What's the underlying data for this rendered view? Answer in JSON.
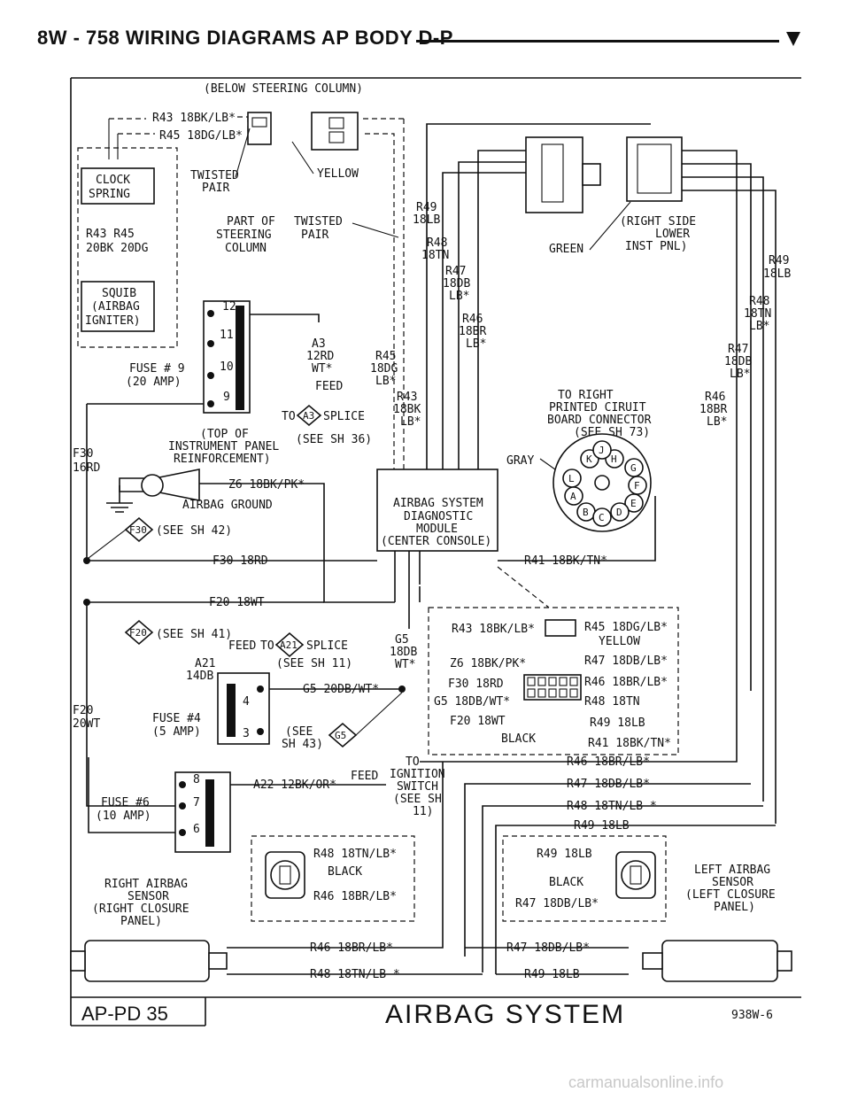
{
  "header": {
    "title": "8W - 758   WIRING DIAGRAMS AP BODY D-P"
  },
  "labels": {
    "below_steering": "(BELOW STEERING COLUMN)",
    "r43_top": "R43 18BK/LB*",
    "r45_top": "R45 18DG/LB*",
    "clock1": "CLOCK",
    "clock2": "SPRING",
    "twisted_pair1": "TWISTED",
    "twisted_pair2": "PAIR",
    "yellow_top": "YELLOW",
    "part_of1": "PART OF",
    "part_of2": "STEERING",
    "part_of3": "COLUMN",
    "twisted2_1": "TWISTED",
    "twisted2_2": "PAIR",
    "r43_r45": "R43 R45",
    "bk_dg": "20BK 20DG",
    "squib1": "SQUIB",
    "squib2": "(AIRBAG",
    "squib3": "IGNITER)",
    "fuse9_1": "FUSE # 9",
    "fuse9_2": "(20 AMP)",
    "f12": "12",
    "f11": "11",
    "f10": "10",
    "f9": "9",
    "a3_1": "A3",
    "a3_2": "12RD",
    "a3_3": "WT*",
    "feed_a3": "FEED",
    "to_a3_splice": "TO",
    "a3_tag": "A3",
    "splice": "SPLICE",
    "see_sh36": "(SEE SH 36)",
    "r45_mid1": "R45",
    "r45_mid2": "18DG",
    "r45_mid3": "LB*",
    "r43_mid1": "R43",
    "r43_mid2": "18BK",
    "r43_mid3": "LB*",
    "r49_1": "R49",
    "r49_2": "18LB",
    "r48_1": "R48",
    "r48_2": "18TN",
    "r47_1": "R47",
    "r47_2": "18DB",
    "r47_3": "LB*",
    "r46_1": "R46",
    "r46_2": "18BR",
    "r46_3": "LB*",
    "green": "GREEN",
    "right_side1": "(RIGHT SIDE",
    "right_side2": "LOWER",
    "right_side3": "INST PNL)",
    "r49_r1": "R49",
    "r49_r2": "18LB",
    "r48_r1": "R48",
    "r48_r2": "18TN",
    "r48_r3": "LB*",
    "r47_r1": "R47",
    "r47_r2": "18DB",
    "r47_r3": "LB*",
    "r46_r1": "R46",
    "r46_r2": "18BR",
    "r46_r3": "LB*",
    "to_right1": "TO RIGHT",
    "to_right2": "PRINTED CIRUIT",
    "to_right3": "BOARD CONNECTOR",
    "to_right4": "(SEE SH 73)",
    "top_of1": "(TOP OF",
    "top_of2": "INSTRUMENT PANEL",
    "top_of3": "REINFORCEMENT)",
    "f30_1": "F30",
    "f30_2": "16RD",
    "z6": "Z6 18BK/PK*",
    "airbag_ground": "AIRBAG GROUND",
    "f30_tag": "F30",
    "see_sh42": "(SEE SH 42)",
    "gray": "GRAY",
    "module1": "AIRBAG SYSTEM",
    "module2": "DIAGNOSTIC",
    "module3": "MODULE",
    "module4": "(CENTER CONSOLE)",
    "f30_18rd": "F30 18RD",
    "r41": "R41 18BK/TN*",
    "f20_18wt": "F20 18WT",
    "f20_tag": "F20",
    "see_sh41": "(SEE SH 41)",
    "feed_a21": "FEED",
    "to_a21": "TO",
    "a21_tag": "A21",
    "splice_a21": "SPLICE",
    "see_sh11": "(SEE SH 11)",
    "a21_1": "A21",
    "a21_2": "14DB",
    "g5_1": "G5",
    "g5_2": "18DB",
    "g5_3": "WT*",
    "g5_20": "G5 20DB/WT*",
    "fuse4_1": "FUSE #4",
    "fuse4_2": "(5 AMP)",
    "f4": "4",
    "f3": "3",
    "see_sh43_1": "(SEE",
    "see_sh43_2": "SH 43)",
    "g5_tag": "G5",
    "f20_1": "F20",
    "f20_2": "20WT",
    "c_r43": "R43 18BK/LB*",
    "c_r45": "R45 18DG/LB*",
    "c_yellow": "YELLOW",
    "c_z6": "Z6 18BK/PK*",
    "c_r47": "R47 18DB/LB*",
    "c_f30": "F30 18RD",
    "c_r46": "R46 18BR/LB*",
    "c_g5": "G5 18DB/WT*",
    "c_r48": "R48 18TN",
    "c_f20": "F20 18WT",
    "c_r49": "R49 18LB",
    "c_black": "BLACK",
    "c_r41": "R41 18BK/TN*",
    "to_ign1": "TO",
    "to_ign2": "IGNITION",
    "to_ign3": "SWITCH",
    "to_ign4": "(SEE SH",
    "to_ign5": "11)",
    "fuse6_1": "FUSE #6",
    "fuse6_2": "(10 AMP)",
    "f8": "8",
    "f7": "7",
    "f6": "6",
    "a22": "A22 12BK/OR*",
    "feed_a22": "FEED",
    "r46_run": "R46 18BR/LB*",
    "r47_run": "R47 18DB/LB*",
    "r48_run": "R48 18TN/LB *",
    "r49_run": "R49 18LB",
    "rs_r48": "R48 18TN/LB*",
    "rs_black": "BLACK",
    "rs_r46": "R46 18BR/LB*",
    "rs1": "RIGHT AIRBAG",
    "rs2": "SENSOR",
    "rs3": "(RIGHT CLOSURE",
    "rs4": "PANEL)",
    "ls_r49": "R49 18LB",
    "ls_black": "BLACK",
    "ls_r47": "R47 18DB/LB*",
    "ls1": "LEFT AIRBAG",
    "ls2": "SENSOR",
    "ls3": "(LEFT CLOSURE",
    "ls4": "PANEL)",
    "b_r46": "R46 18BR/LB*",
    "b_r48": "R48 18TN/LB *",
    "b_r47": "R47 18DB/LB*",
    "b_r49": "R49 18LB",
    "k": "K",
    "j": "J",
    "h": "H",
    "g": "G",
    "l": "L",
    "f": "F",
    "a": "A",
    "e": "E",
    "b": "B",
    "c": "C",
    "d": "D"
  },
  "footer": {
    "page_id": "AP-PD 35",
    "title": "AIRBAG SYSTEM",
    "code": "938W-6"
  },
  "watermark": "carmanualsonline.info"
}
